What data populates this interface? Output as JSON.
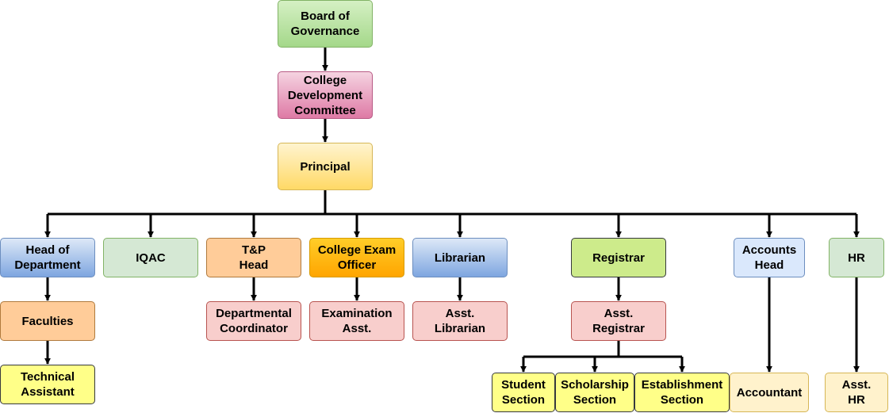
{
  "colors": {
    "green": "#b7e1a1",
    "pink": "#e17fa6",
    "yellow": "#ffd966",
    "blue": "#8eb4e3",
    "light_green": "#d5e8d4",
    "peach": "#ffcc99",
    "orange": "#ffa500",
    "lime": "#cdeb8b",
    "light_blue": "#dae8fc",
    "light_pink": "#f8cecc",
    "bright_yellow": "#ffff88",
    "cream": "#fff2cc",
    "line": "#000000"
  },
  "nodes": {
    "board": "Board of\nGovernance",
    "cdc": "College\nDevelopment\nCommittee",
    "principal": "Principal",
    "hod": "Head of\nDepartment",
    "iqac": "IQAC",
    "tp_head": "T&P\nHead",
    "exam_officer": "College Exam\nOfficer",
    "librarian": "Librarian",
    "registrar": "Registrar",
    "accounts_head": "Accounts\nHead",
    "hr": "HR",
    "faculties": "Faculties",
    "technical_assistant": "Technical\nAssistant",
    "dept_coordinator": "Departmental\nCoordinator",
    "exam_asst": "Examination\nAsst.",
    "asst_librarian": "Asst.\nLibrarian",
    "asst_registrar": "Asst.\nRegistrar",
    "student_section": "Student\nSection",
    "scholarship_section": "Scholarship\nSection",
    "establishment_section": "Establishment\nSection",
    "accountant": "Accountant",
    "asst_hr": "Asst.\nHR"
  }
}
